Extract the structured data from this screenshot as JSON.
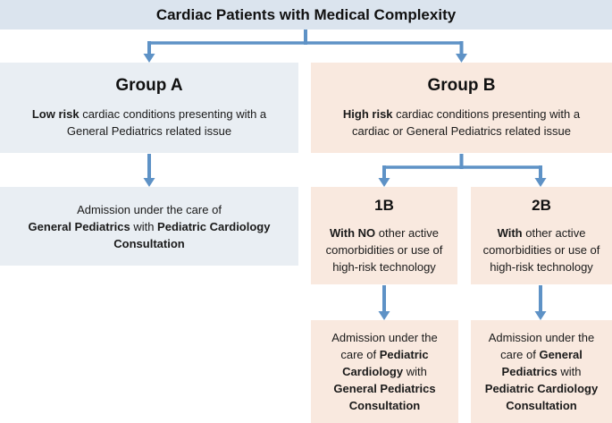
{
  "title": "Cardiac Patients with Medical Complexity",
  "palette": {
    "header_bg": "#dbe4ee",
    "blue_node_bg": "#e9eef3",
    "peach_node_bg": "#f9e9df",
    "arrow": "#5e92c6",
    "text": "#1a1a1a"
  },
  "nodes": {
    "group_a": {
      "heading": "Group A",
      "description": [
        [
          {
            "text": "Low risk",
            "bold": true
          },
          {
            "text": " cardiac conditions presenting with a",
            "bold": false
          }
        ],
        [
          {
            "text": "General Pediatrics related issue",
            "bold": false
          }
        ]
      ]
    },
    "group_b": {
      "heading": "Group B",
      "description": [
        [
          {
            "text": "High risk",
            "bold": true
          },
          {
            "text": " cardiac conditions presenting with a",
            "bold": false
          }
        ],
        [
          {
            "text": "cardiac or General Pediatrics related issue",
            "bold": false
          }
        ]
      ]
    },
    "group_a_outcome": {
      "lines": [
        [
          {
            "text": "Admission under the care of",
            "bold": false
          }
        ],
        [
          {
            "text": "General Pediatrics",
            "bold": true
          },
          {
            "text": " with ",
            "bold": false
          },
          {
            "text": "Pediatric Cardiology",
            "bold": true
          }
        ],
        [
          {
            "text": "Consultation",
            "bold": true
          }
        ]
      ]
    },
    "sub_1b": {
      "heading": "1B",
      "description": [
        [
          {
            "text": "With NO",
            "bold": true
          },
          {
            "text": " other active",
            "bold": false
          }
        ],
        [
          {
            "text": "comorbidities or use of",
            "bold": false
          }
        ],
        [
          {
            "text": "high-risk technology",
            "bold": false
          }
        ]
      ]
    },
    "sub_2b": {
      "heading": "2B",
      "description": [
        [
          {
            "text": "With",
            "bold": true
          },
          {
            "text": " other active",
            "bold": false
          }
        ],
        [
          {
            "text": "comorbidities or use of",
            "bold": false
          }
        ],
        [
          {
            "text": "high-risk technology",
            "bold": false
          }
        ]
      ]
    },
    "outcome_1b": {
      "lines": [
        [
          {
            "text": "Admission under the",
            "bold": false
          }
        ],
        [
          {
            "text": "care of ",
            "bold": false
          },
          {
            "text": "Pediatric",
            "bold": true
          }
        ],
        [
          {
            "text": "Cardiology",
            "bold": true
          },
          {
            "text": " with",
            "bold": false
          }
        ],
        [
          {
            "text": "General Pediatrics",
            "bold": true
          }
        ],
        [
          {
            "text": "Consultation",
            "bold": true
          }
        ]
      ]
    },
    "outcome_2b": {
      "lines": [
        [
          {
            "text": "Admission under the",
            "bold": false
          }
        ],
        [
          {
            "text": "care of ",
            "bold": false
          },
          {
            "text": "General",
            "bold": true
          }
        ],
        [
          {
            "text": "Pediatrics",
            "bold": true
          },
          {
            "text": " with",
            "bold": false
          }
        ],
        [
          {
            "text": "Pediatric Cardiology",
            "bold": true
          }
        ],
        [
          {
            "text": "Consultation",
            "bold": true
          }
        ]
      ]
    }
  }
}
